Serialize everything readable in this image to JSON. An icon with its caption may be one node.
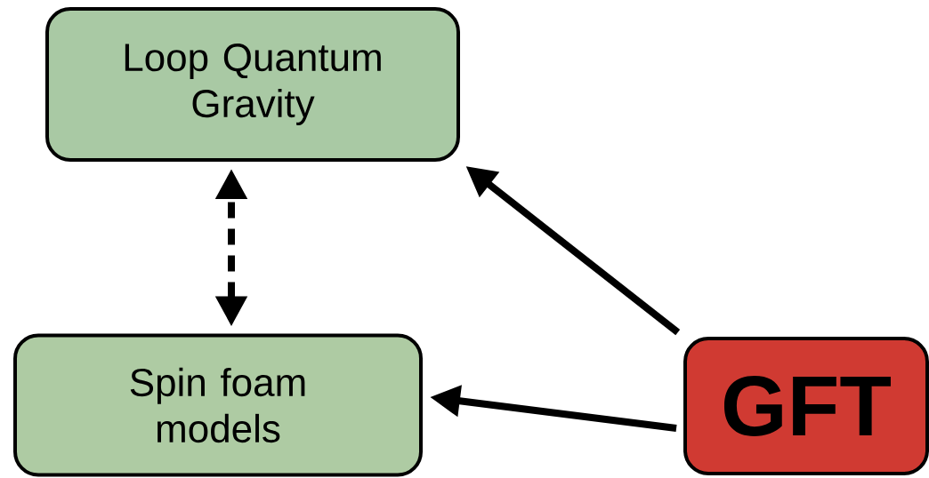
{
  "diagram": {
    "nodes": [
      {
        "text": [
          "Loop Quantum Gravity"
        ]
      },
      {
        "text": [
          "Spin foam models"
        ]
      },
      {
        "text": [
          "GFT"
        ]
      }
    ],
    "edges": [
      {
        "from": 1,
        "to": 0,
        "arrow": "both",
        "style": "dashed"
      },
      {
        "from": 2,
        "to": 0,
        "arrow": "to"
      },
      {
        "from": 2,
        "to": 1,
        "arrow": "to"
      }
    ]
  }
}
